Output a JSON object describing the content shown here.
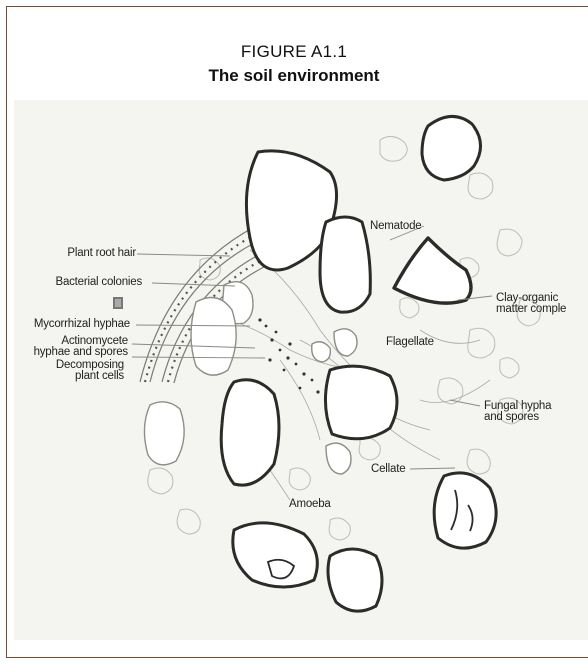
{
  "figure": {
    "label": "FIGURE A1.1",
    "title": "The soil environment"
  },
  "labels": {
    "plant_root_hair": "Plant root hair",
    "bacterial_colonies": "Bacterial colonies",
    "mycorrhizal_hyphae": "Mycorrhizal hyphae",
    "actinomycete_line1": "Actinomycete",
    "actinomycete_line2": "hyphae and spores",
    "decomposing_line1": "Decomposing",
    "decomposing_line2": "plant cells",
    "nematode": "Nematode",
    "flagellate": "Flagellate",
    "clay_line1": "Clay-organic",
    "clay_line2": "matter comple",
    "fungal_line1": "Fungal hypha",
    "fungal_line2": "and spores",
    "cellate": "Cellate",
    "amoeba": "Amoeba"
  }
}
